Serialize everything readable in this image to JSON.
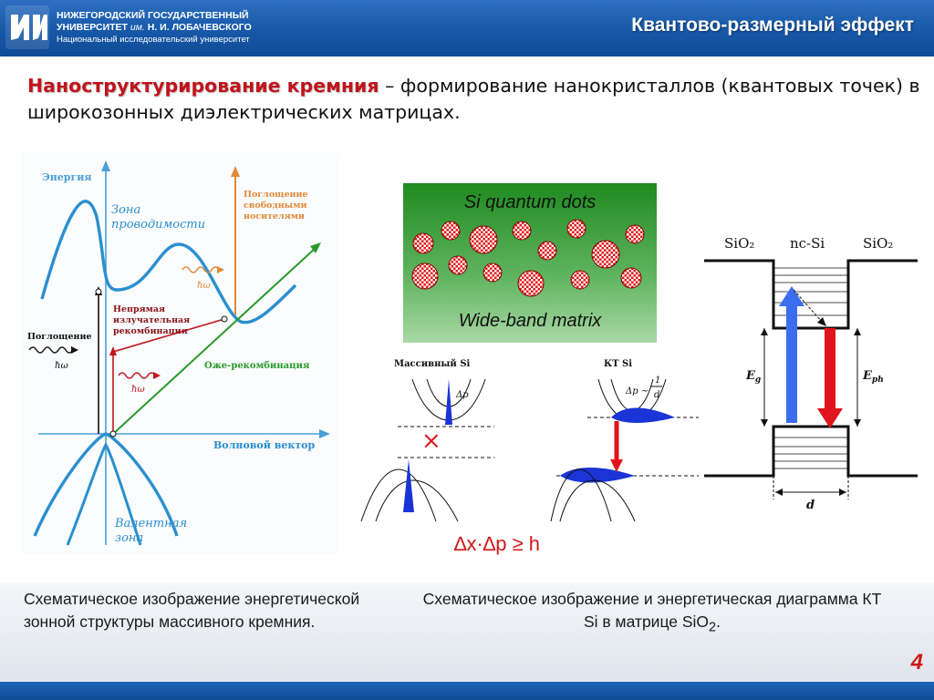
{
  "header": {
    "university_line1": "НИЖЕГОРОДСКИЙ ГОСУДАРСТВЕННЫЙ",
    "university_line2_a": "УНИВЕРСИТЕТ",
    "university_line2_im": "им.",
    "university_line2_b": "Н. И. ЛОБАЧЕВСКОГО",
    "university_line3": "Национальный исследовательский университет",
    "slide_title": "Квантово-размерный эффект",
    "colors": {
      "band": "#1758a8",
      "text": "#ffffff"
    }
  },
  "intro": {
    "term": "Наноструктурирование кремния",
    "dash": " – ",
    "definition": "формирование нанокристаллов (квантовых точек) в широкозонных диэлектрических матрицах."
  },
  "band_diagram": {
    "energy_label": "Энергия",
    "conduction_label_1": "Зона",
    "conduction_label_2": "проводимости",
    "absorption_free_1": "Поглощение",
    "absorption_free_2": "свободными",
    "absorption_free_3": "носителями",
    "indirect_1": "Непрямая",
    "indirect_2": "излучательная",
    "indirect_3": "рекомбинация",
    "absorption": "Поглощение",
    "hw": "ħω",
    "auger": "Оже-рекомбинация",
    "wave_vector": "Волновой вектор",
    "valence_1": "Валентная",
    "valence_2": "зона"
  },
  "quantum_dots": {
    "top_label": "Si quantum dots",
    "bottom_label": "Wide-band matrix"
  },
  "bulk_si": {
    "title": "Массивный Si",
    "dp": "Δp"
  },
  "qd_si": {
    "title": "КТ Si",
    "dp_prefix": "Δp ~",
    "one": "1",
    "d": "d"
  },
  "well": {
    "left": "SiO₂",
    "center": "nc-Si",
    "right": "SiO₂",
    "eg": "E",
    "eg_sub": "g",
    "eph": "E",
    "eph_sub": "ph",
    "d": "d"
  },
  "uncertainty": "∆x·∆p ≥ h",
  "captions": {
    "left": "Схематическое изображение энергетической зонной структуры массивного кремния.",
    "right_a": "Схематическое изображение и энергетическая диаграмма КТ Si в матрице SiO",
    "right_sub": "2",
    "right_b": "."
  },
  "page_number": "4",
  "colors": {
    "accent_red": "#c0141c",
    "curve_blue": "#2a8fd0",
    "arrow_red": "#e0141c",
    "arrow_blue": "#3a6ef0",
    "green": "#2a9a2a",
    "orange": "#e08a3a"
  }
}
